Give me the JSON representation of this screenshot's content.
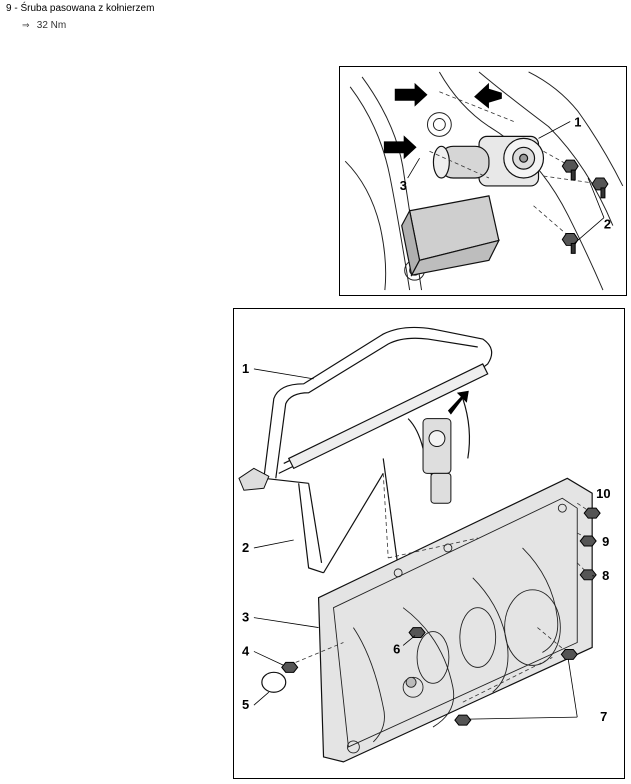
{
  "item": {
    "title": "9 - Śruba pasowana z kołnierzem",
    "torque": "32 Nm",
    "torque_icon": "arrow-right-icon"
  },
  "figure1": {
    "callouts": [
      "1",
      "2",
      "3"
    ]
  },
  "figure2": {
    "callouts": [
      "1",
      "2",
      "3",
      "4",
      "5",
      "6",
      "7",
      "8",
      "9",
      "10"
    ]
  }
}
